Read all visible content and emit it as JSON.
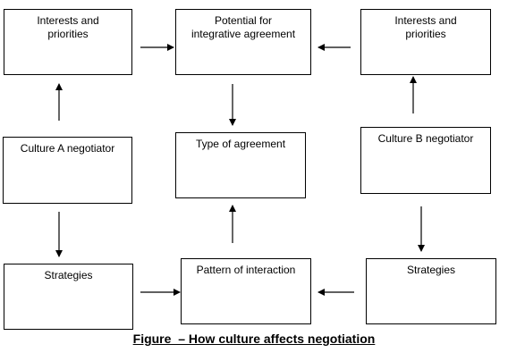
{
  "boxes": {
    "interests_a": "Interests and\npriorities",
    "potential": "Potential for\nintegrative agreement",
    "interests_b": "Interests and\npriorities",
    "culture_a": "Culture A negotiator",
    "agreement_type": "Type of agreement",
    "culture_b": "Culture B negotiator",
    "strategies_a": "Strategies",
    "interaction": "Pattern of interaction",
    "strategies_b": "Strategies"
  },
  "caption": "Figure  – How culture affects negotiation",
  "colors": {
    "line": "#000000",
    "box_fill": "#ffffff",
    "background": "#ffffff"
  }
}
